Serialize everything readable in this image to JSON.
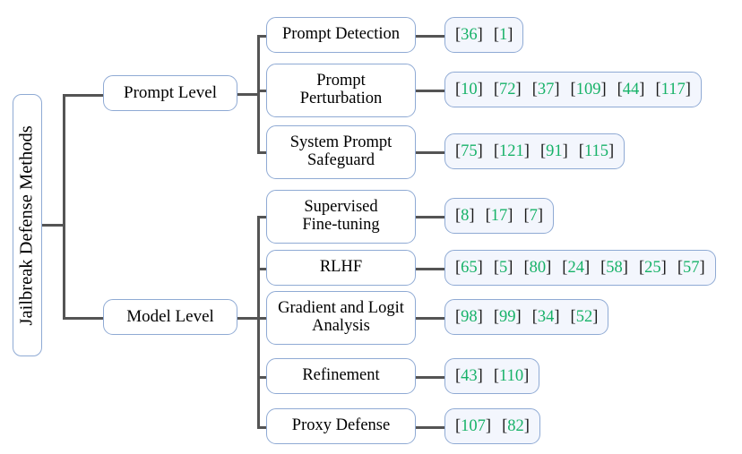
{
  "figure": {
    "root": {
      "label": "Jailbreak Defense Methods"
    },
    "colors": {
      "box_border": "#8faad4",
      "connector": "#545454",
      "citation_fill": "#f3f6fd",
      "citation_number": "#17b268",
      "bracket": "#1a1a1a",
      "background": "#ffffff"
    },
    "branches": [
      {
        "label": "Prompt Level",
        "categories": [
          {
            "label": "Prompt Detection",
            "lines": [
              "Prompt Detection"
            ],
            "citations": [
              "36",
              "1"
            ]
          },
          {
            "label": "Prompt Perturbation",
            "lines": [
              "Prompt",
              "Perturbation"
            ],
            "citations": [
              "10",
              "72",
              "37",
              "109",
              "44",
              "117"
            ]
          },
          {
            "label": "System Prompt Safeguard",
            "lines": [
              "System Prompt",
              "Safeguard"
            ],
            "citations": [
              "75",
              "121",
              "91",
              "115"
            ]
          }
        ]
      },
      {
        "label": "Model Level",
        "categories": [
          {
            "label": "Supervised Fine-tuning",
            "lines": [
              "Supervised",
              "Fine-tuning"
            ],
            "citations": [
              "8",
              "17",
              "7"
            ]
          },
          {
            "label": "RLHF",
            "lines": [
              "RLHF"
            ],
            "citations": [
              "65",
              "5",
              "80",
              "24",
              "58",
              "25",
              "57"
            ]
          },
          {
            "label": "Gradient and Logit Analysis",
            "lines": [
              "Gradient and Logit",
              "Analysis"
            ],
            "citations": [
              "98",
              "99",
              "34",
              "52"
            ]
          },
          {
            "label": "Refinement",
            "lines": [
              "Refinement"
            ],
            "citations": [
              "43",
              "110"
            ]
          },
          {
            "label": "Proxy Defense",
            "lines": [
              "Proxy Defense"
            ],
            "citations": [
              "107",
              "82"
            ]
          }
        ]
      }
    ]
  }
}
